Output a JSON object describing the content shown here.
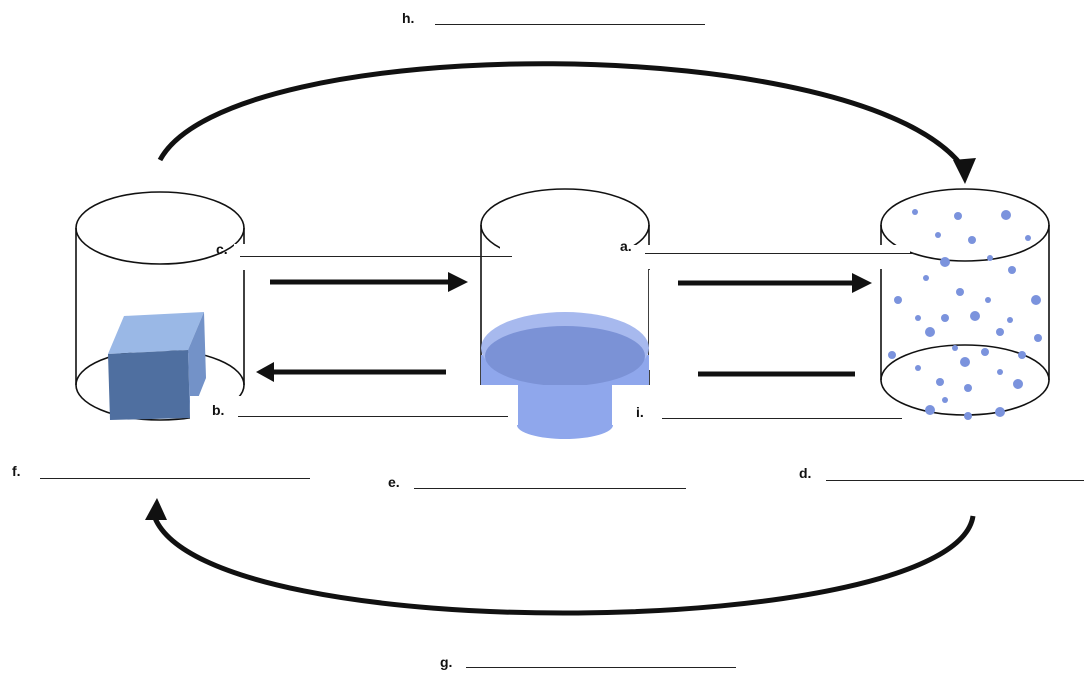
{
  "labels": {
    "a": "a.",
    "b": "b.",
    "c": "c.",
    "d": "d.",
    "e": "e.",
    "f": "f.",
    "g": "g.",
    "h": "h.",
    "i": "i."
  },
  "colors": {
    "solid_front": "#4f6fa0",
    "solid_top": "#9ab8e6",
    "solid_side": "#7392c8",
    "liquid_top": "#a7b9ee",
    "liquid_inner": "#7b92d6",
    "liquid_body": "#8fa7ec",
    "gas_particle": "#7b93dd",
    "outline": "#111111"
  }
}
